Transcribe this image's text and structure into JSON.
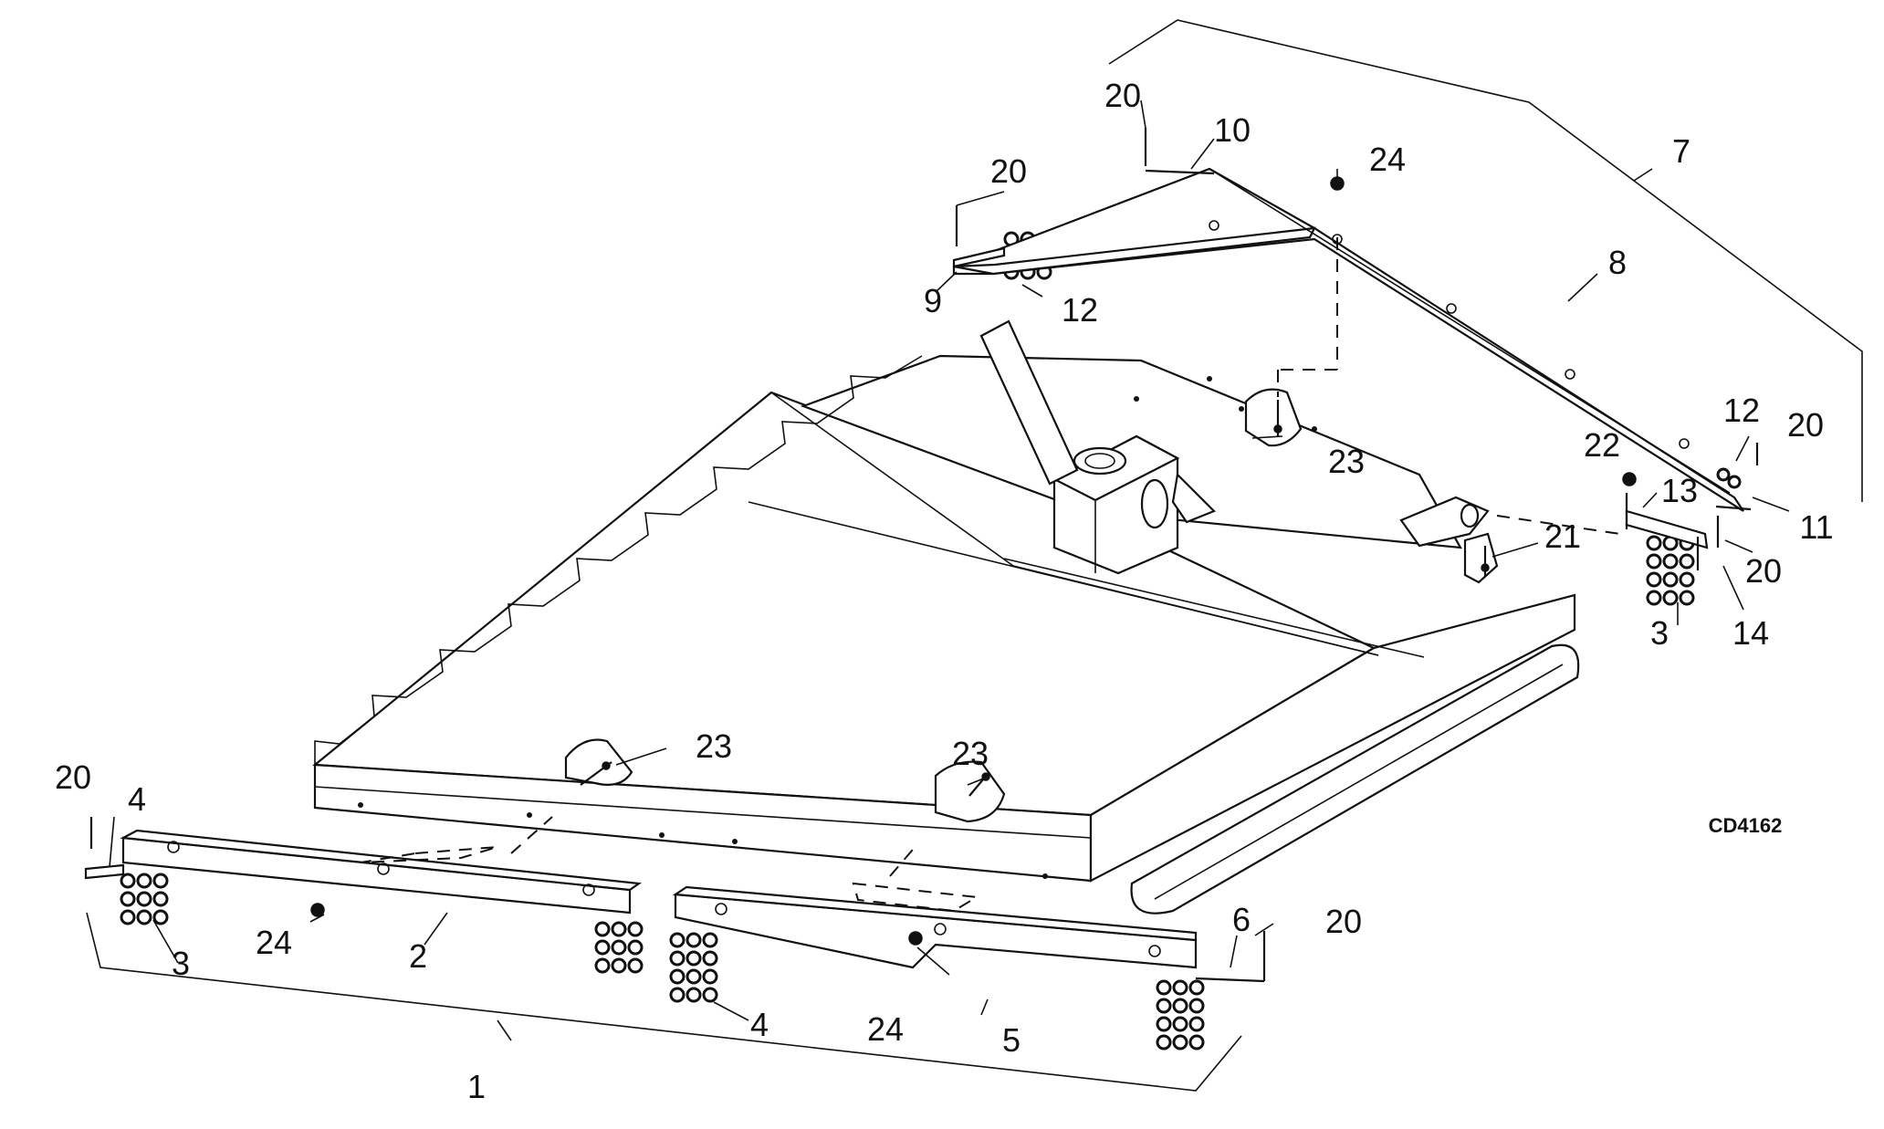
{
  "figure_code": "CD4162",
  "callouts": [
    {
      "id": "c1",
      "label": "1"
    },
    {
      "id": "c2",
      "label": "2"
    },
    {
      "id": "c3a",
      "label": "3"
    },
    {
      "id": "c3b",
      "label": "3"
    },
    {
      "id": "c4a",
      "label": "4"
    },
    {
      "id": "c4b",
      "label": "4"
    },
    {
      "id": "c5",
      "label": "5"
    },
    {
      "id": "c6",
      "label": "6"
    },
    {
      "id": "c7",
      "label": "7"
    },
    {
      "id": "c8",
      "label": "8"
    },
    {
      "id": "c9",
      "label": "9"
    },
    {
      "id": "c10",
      "label": "10"
    },
    {
      "id": "c11",
      "label": "11"
    },
    {
      "id": "c12a",
      "label": "12"
    },
    {
      "id": "c12b",
      "label": "12"
    },
    {
      "id": "c13",
      "label": "13"
    },
    {
      "id": "c14",
      "label": "14"
    },
    {
      "id": "c20a",
      "label": "20"
    },
    {
      "id": "c20b",
      "label": "20"
    },
    {
      "id": "c20c",
      "label": "20"
    },
    {
      "id": "c20d",
      "label": "20"
    },
    {
      "id": "c20e",
      "label": "20"
    },
    {
      "id": "c20f",
      "label": "20"
    },
    {
      "id": "c21",
      "label": "21"
    },
    {
      "id": "c22",
      "label": "22"
    },
    {
      "id": "c23a",
      "label": "23"
    },
    {
      "id": "c23b",
      "label": "23"
    },
    {
      "id": "c23c",
      "label": "23"
    },
    {
      "id": "c24a",
      "label": "24"
    },
    {
      "id": "c24b",
      "label": "24"
    },
    {
      "id": "c24c",
      "label": "24"
    }
  ]
}
